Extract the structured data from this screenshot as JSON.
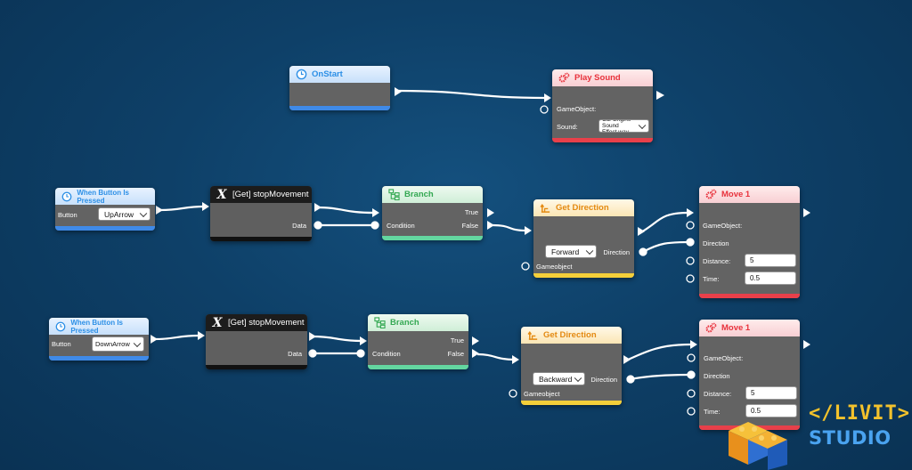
{
  "nodes": {
    "onstart": {
      "title": "OnStart"
    },
    "play_sound": {
      "title": "Play Sound",
      "gameobject_label": "GameObject:",
      "sound_label": "Sound:",
      "sound_value": "Car Engine Sound Effect.wav"
    },
    "when_pressed_1": {
      "title": "When Button Is Pressed",
      "button_label": "Button",
      "button_value": "UpArrow"
    },
    "get_stop_1": {
      "title": "[Get] stopMovement",
      "data_label": "Data"
    },
    "branch_1": {
      "title": "Branch",
      "true_label": "True",
      "false_label": "False",
      "condition_label": "Condition"
    },
    "get_direction_1": {
      "title": "Get Direction",
      "direction_value": "Forward",
      "direction_label": "Direction",
      "gameobject_label": "Gameobject"
    },
    "move_1": {
      "title": "Move 1",
      "gameobject_label": "GameObject:",
      "direction_label": "Direction",
      "distance_label": "Distance:",
      "distance_value": "5",
      "time_label": "Time:",
      "time_value": "0.5"
    },
    "when_pressed_2": {
      "title": "When Button Is Pressed",
      "button_label": "Button",
      "button_value": "DownArrow"
    },
    "get_stop_2": {
      "title": "[Get] stopMovement",
      "data_label": "Data"
    },
    "branch_2": {
      "title": "Branch",
      "true_label": "True",
      "false_label": "False",
      "condition_label": "Condition"
    },
    "get_direction_2": {
      "title": "Get Direction",
      "direction_value": "Backward",
      "direction_label": "Direction",
      "gameobject_label": "Gameobject"
    },
    "move_2": {
      "title": "Move 1",
      "gameobject_label": "GameObject:",
      "direction_label": "Direction",
      "distance_label": "Distance:",
      "distance_value": "5",
      "time_label": "Time:",
      "time_value": "0.5"
    }
  },
  "logo": {
    "line1": "</LIVIT>",
    "line2": "STUDIO"
  },
  "colors": {
    "event_blue": "#3f8ae8",
    "action_red": "#e8404a",
    "branch_green": "#63d6a0",
    "getter_yellow": "#f4cf3a",
    "variable_dark": "#1c1c1c",
    "wire": "#ffffff"
  }
}
